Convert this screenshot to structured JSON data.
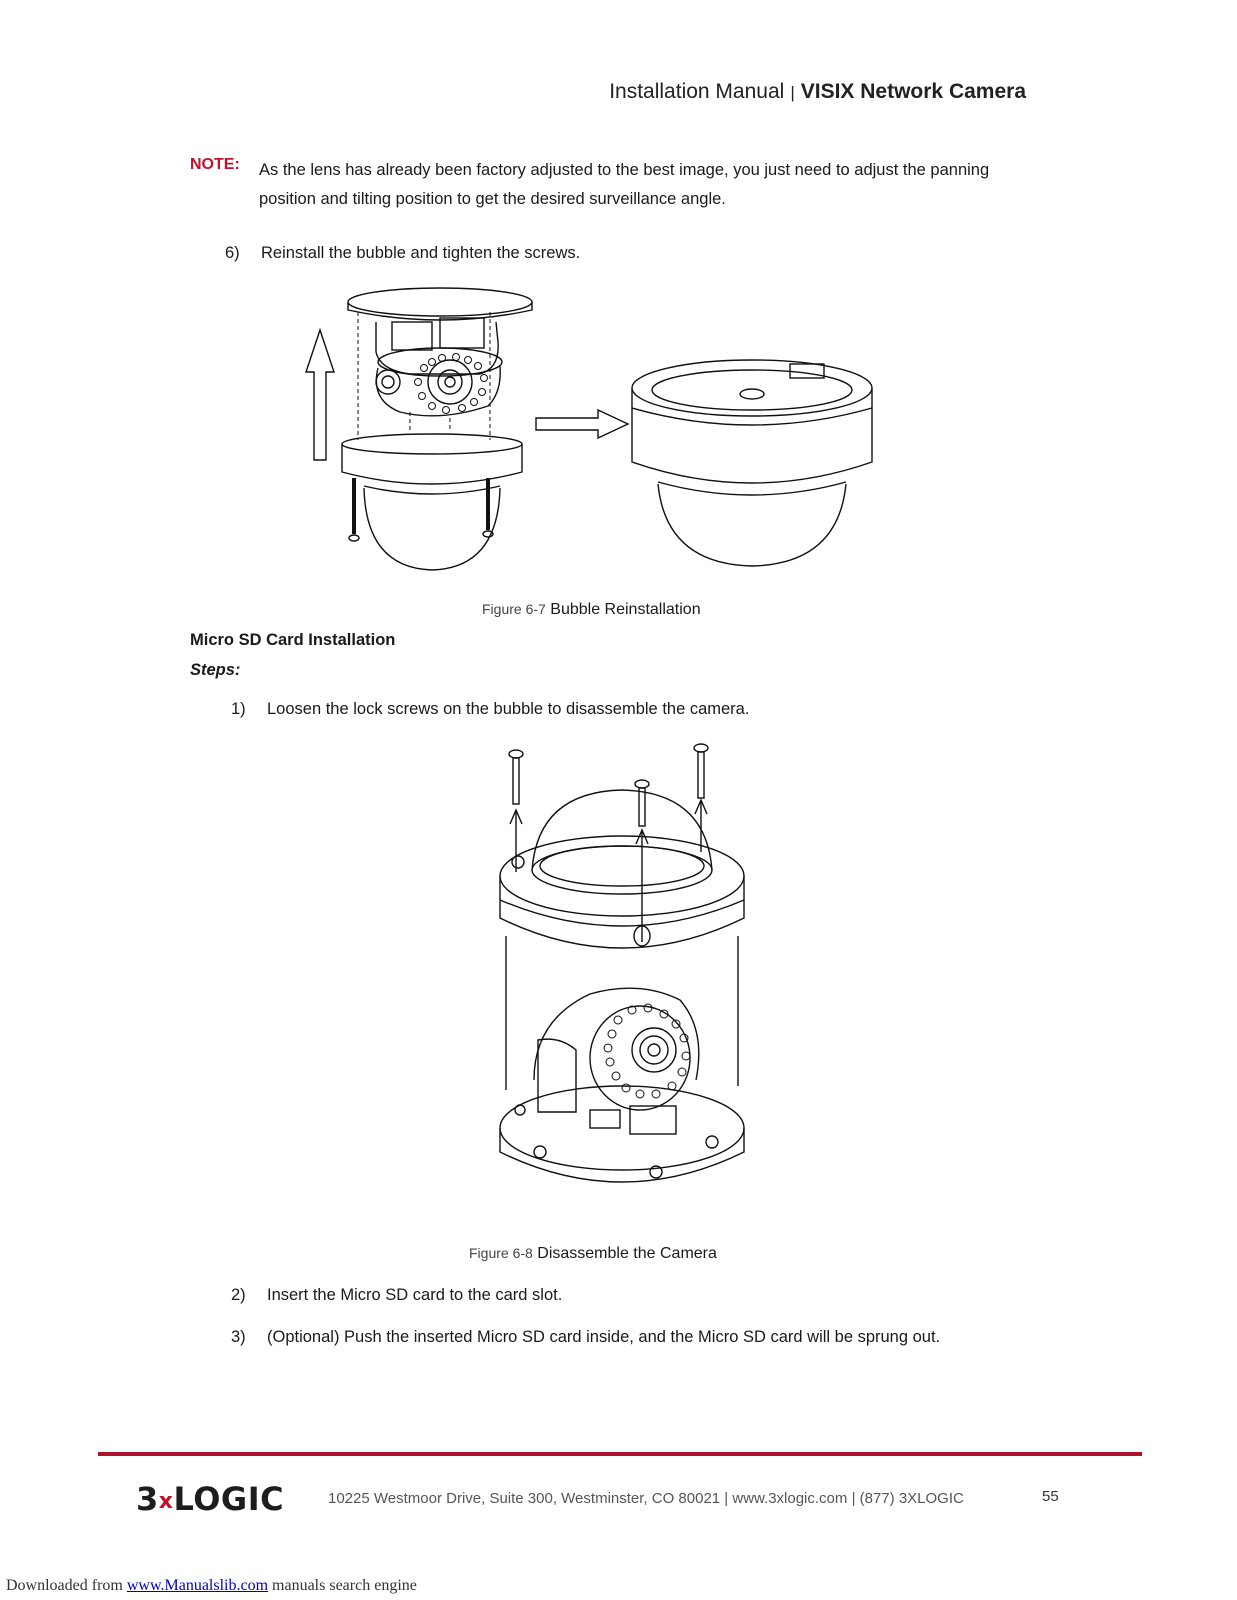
{
  "header": {
    "title_light": "Installation Manual",
    "separator": "|",
    "title_bold": "VISIX Network Camera"
  },
  "note": {
    "label": "NOTE:",
    "text": "As the lens has already been factory adjusted to the best image, you just need to adjust the panning position and tilting position to get the desired surveillance angle."
  },
  "step6": {
    "num": "6)",
    "text": "Reinstall the bubble and tighten the screws."
  },
  "figure1": {
    "fig_label": "Figure 6-7",
    "title": "Bubble Reinstallation"
  },
  "section": {
    "title": "Micro SD Card Installation",
    "steps_label": "Steps:"
  },
  "steps": [
    {
      "num": "1)",
      "text": "Loosen the lock screws on the bubble to disassemble the camera."
    },
    {
      "num": "2)",
      "text": "Insert the Micro SD card to the card slot."
    },
    {
      "num": "3)",
      "text": "(Optional) Push the inserted Micro SD card inside, and the Micro SD card will be sprung out."
    }
  ],
  "figure2": {
    "fig_label": "Figure 6-8",
    "title": "Disassemble the Camera"
  },
  "footer": {
    "logo_a": "3",
    "logo_x": "x",
    "logo_b": "LOGIC",
    "address": "10225 Westmoor Drive, Suite 300, Westminster, CO 80021 | www.3xlogic.com | (877) 3XLOGIC",
    "page": "55",
    "line_color": "#b0122e"
  },
  "download": {
    "prefix": "Downloaded from ",
    "link": "www.Manualslib.com",
    "suffix": " manuals search engine"
  }
}
